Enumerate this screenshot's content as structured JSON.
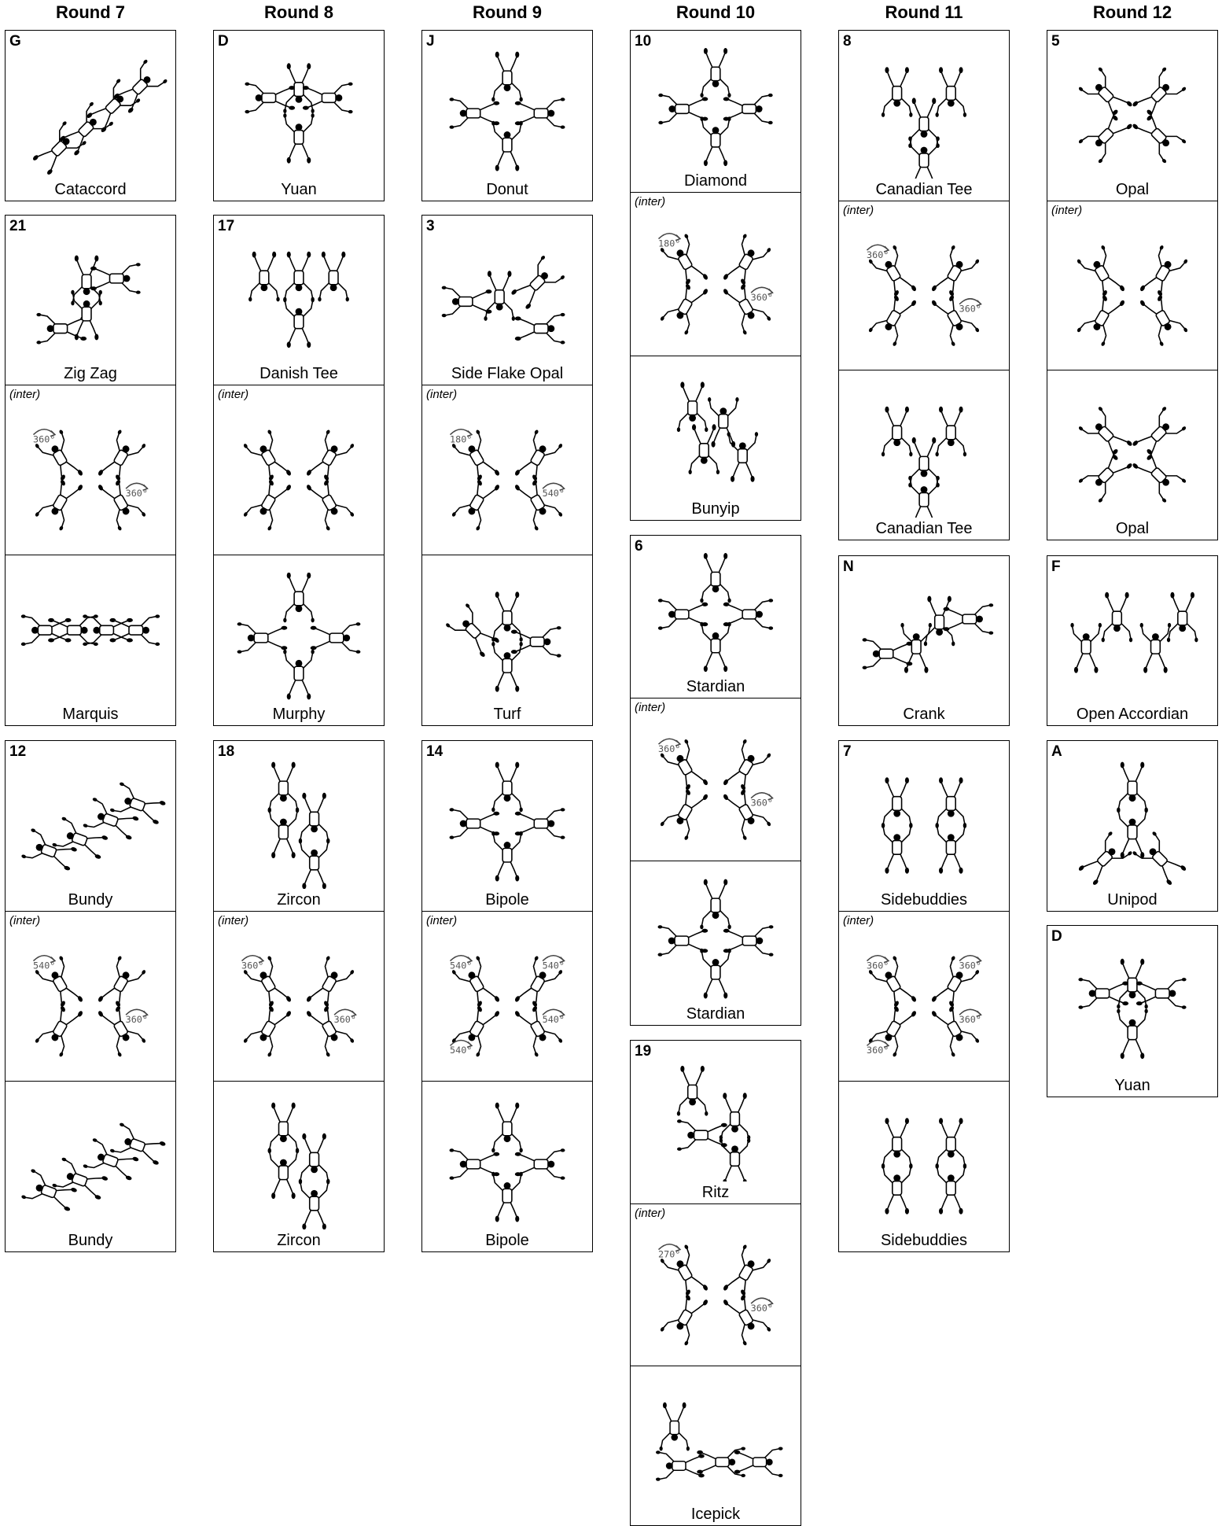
{
  "rounds": [
    {
      "title": "Round 7",
      "blocks": [
        {
          "id": "G",
          "panels": [
            {
              "type": "formation",
              "name": "Cataccord",
              "icon": "cataccord-formation-icon"
            }
          ]
        },
        {
          "id": "21",
          "panels": [
            {
              "type": "formation",
              "name": "Zig Zag",
              "icon": "zig-zag-formation-icon"
            },
            {
              "type": "inter",
              "tag": "(inter)",
              "rotations": [
                "360°",
                "360°"
              ],
              "icon": "inter-move-icon"
            },
            {
              "type": "formation",
              "name": "Marquis",
              "icon": "marquis-formation-icon"
            }
          ]
        },
        {
          "id": "12",
          "panels": [
            {
              "type": "formation",
              "name": "Bundy",
              "icon": "bundy-formation-icon"
            },
            {
              "type": "inter",
              "tag": "(inter)",
              "rotations": [
                "540°",
                "360°"
              ],
              "icon": "inter-move-icon"
            },
            {
              "type": "formation",
              "name": "Bundy",
              "icon": "bundy-formation-icon"
            }
          ]
        }
      ]
    },
    {
      "title": "Round 8",
      "blocks": [
        {
          "id": "D",
          "panels": [
            {
              "type": "formation",
              "name": "Yuan",
              "icon": "yuan-formation-icon"
            }
          ]
        },
        {
          "id": "17",
          "panels": [
            {
              "type": "formation",
              "name": "Danish Tee",
              "icon": "danish-tee-formation-icon"
            },
            {
              "type": "inter",
              "tag": "(inter)",
              "rotations": [],
              "icon": "inter-move-icon"
            },
            {
              "type": "formation",
              "name": "Murphy",
              "icon": "murphy-formation-icon"
            }
          ]
        },
        {
          "id": "18",
          "panels": [
            {
              "type": "formation",
              "name": "Zircon",
              "icon": "zircon-formation-icon"
            },
            {
              "type": "inter",
              "tag": "(inter)",
              "rotations": [
                "360°",
                "360°"
              ],
              "icon": "inter-move-icon"
            },
            {
              "type": "formation",
              "name": "Zircon",
              "icon": "zircon-formation-icon"
            }
          ]
        }
      ]
    },
    {
      "title": "Round 9",
      "blocks": [
        {
          "id": "J",
          "panels": [
            {
              "type": "formation",
              "name": "Donut",
              "icon": "donut-formation-icon"
            }
          ]
        },
        {
          "id": "3",
          "panels": [
            {
              "type": "formation",
              "name": "Side Flake Opal",
              "icon": "side-flake-opal-formation-icon"
            },
            {
              "type": "inter",
              "tag": "(inter)",
              "rotations": [
                "180°",
                "540°"
              ],
              "icon": "inter-move-icon"
            },
            {
              "type": "formation",
              "name": "Turf",
              "icon": "turf-formation-icon"
            }
          ]
        },
        {
          "id": "14",
          "panels": [
            {
              "type": "formation",
              "name": "Bipole",
              "icon": "bipole-formation-icon"
            },
            {
              "type": "inter",
              "tag": "(inter)",
              "rotations": [
                "540°",
                "540°",
                "540°",
                "540°"
              ],
              "icon": "inter-move-icon"
            },
            {
              "type": "formation",
              "name": "Bipole",
              "icon": "bipole-formation-icon"
            }
          ]
        }
      ]
    },
    {
      "title": "Round 10",
      "blocks": [
        {
          "id": "10",
          "panels": [
            {
              "type": "formation",
              "name": "Diamond",
              "icon": "diamond-formation-icon"
            },
            {
              "type": "inter",
              "tag": "(inter)",
              "rotations": [
                "180°",
                "360°"
              ],
              "icon": "inter-move-icon"
            },
            {
              "type": "formation",
              "name": "Bunyip",
              "icon": "bunyip-formation-icon"
            }
          ]
        },
        {
          "id": "6",
          "panels": [
            {
              "type": "formation",
              "name": "Stardian",
              "icon": "stardian-formation-icon"
            },
            {
              "type": "inter",
              "tag": "(inter)",
              "rotations": [
                "360°",
                "360°"
              ],
              "icon": "inter-move-icon"
            },
            {
              "type": "formation",
              "name": "Stardian",
              "icon": "stardian-formation-icon"
            }
          ]
        },
        {
          "id": "19",
          "panels": [
            {
              "type": "formation",
              "name": "Ritz",
              "icon": "ritz-formation-icon"
            },
            {
              "type": "inter",
              "tag": "(inter)",
              "rotations": [
                "270°",
                "360°"
              ],
              "icon": "inter-move-icon"
            },
            {
              "type": "formation",
              "name": "Icepick",
              "icon": "icepick-formation-icon"
            }
          ]
        }
      ]
    },
    {
      "title": "Round 11",
      "blocks": [
        {
          "id": "8",
          "panels": [
            {
              "type": "formation",
              "name": "Canadian Tee",
              "icon": "canadian-tee-formation-icon"
            },
            {
              "type": "inter",
              "tag": "(inter)",
              "rotations": [
                "360°",
                "360°"
              ],
              "icon": "inter-move-icon"
            },
            {
              "type": "formation",
              "name": "Canadian Tee",
              "icon": "canadian-tee-formation-icon"
            }
          ]
        },
        {
          "id": "N",
          "panels": [
            {
              "type": "formation",
              "name": "Crank",
              "icon": "crank-formation-icon"
            }
          ]
        },
        {
          "id": "7",
          "panels": [
            {
              "type": "formation",
              "name": "Sidebuddies",
              "icon": "sidebuddies-formation-icon"
            },
            {
              "type": "inter",
              "tag": "(inter)",
              "rotations": [
                "360°",
                "360°",
                "360°",
                "360°"
              ],
              "icon": "inter-move-icon"
            },
            {
              "type": "formation",
              "name": "Sidebuddies",
              "icon": "sidebuddies-formation-icon"
            }
          ]
        }
      ]
    },
    {
      "title": "Round 12",
      "blocks": [
        {
          "id": "5",
          "panels": [
            {
              "type": "formation",
              "name": "Opal",
              "icon": "opal-formation-icon"
            },
            {
              "type": "inter",
              "tag": "(inter)",
              "rotations": [],
              "icon": "inter-move-icon"
            },
            {
              "type": "formation",
              "name": "Opal",
              "icon": "opal-formation-icon"
            }
          ]
        },
        {
          "id": "F",
          "panels": [
            {
              "type": "formation",
              "name": "Open Accordian",
              "icon": "open-accordian-formation-icon"
            }
          ]
        },
        {
          "id": "A",
          "panels": [
            {
              "type": "formation",
              "name": "Unipod",
              "icon": "unipod-formation-icon"
            }
          ]
        },
        {
          "id": "D",
          "panels": [
            {
              "type": "formation",
              "name": "Yuan",
              "icon": "yuan-formation-icon"
            }
          ]
        }
      ]
    }
  ]
}
